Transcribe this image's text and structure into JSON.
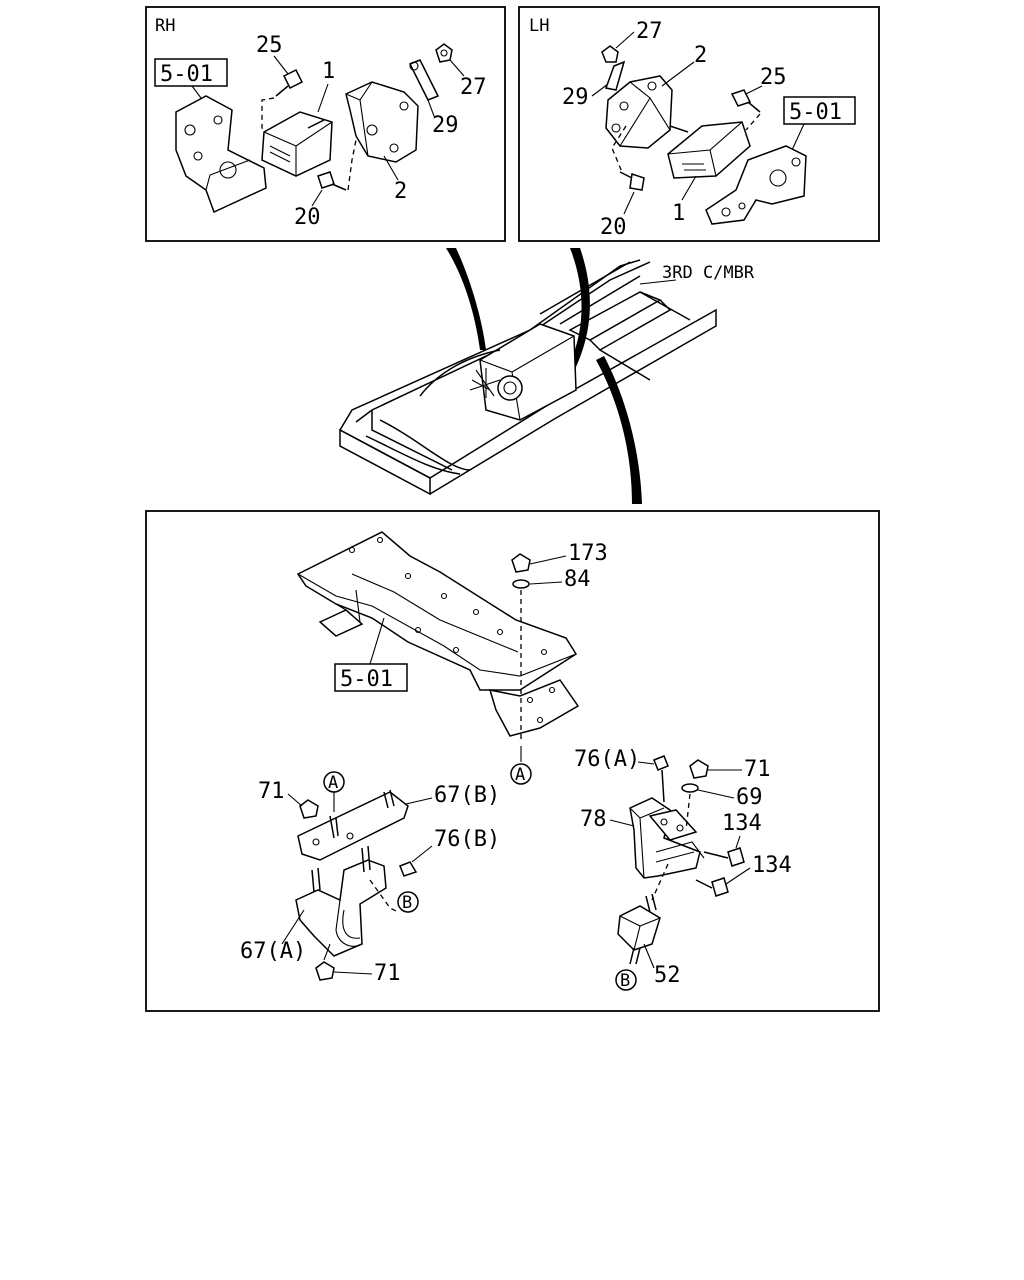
{
  "panels": {
    "rh": {
      "title": "RH",
      "ref": "5-01",
      "callouts": {
        "c25": "25",
        "c1": "1",
        "c27": "27",
        "c29": "29",
        "c20": "20",
        "c2": "2"
      }
    },
    "lh": {
      "title": "LH",
      "ref": "5-01",
      "callouts": {
        "c27": "27",
        "c2": "2",
        "c29": "29",
        "c25": "25",
        "c20": "20",
        "c1": "1"
      }
    },
    "chassis": {
      "label": "3RD C/MBR"
    },
    "bottom": {
      "ref": "5-01",
      "callouts": {
        "c173": "173",
        "c84": "84",
        "c71a": "71",
        "c67b": "67(B)",
        "c76b": "76(B)",
        "c67a": "67(A)",
        "c71b": "71",
        "c76a": "76(A)",
        "c71c": "71",
        "c69": "69",
        "c78": "78",
        "c134a": "134",
        "c134b": "134",
        "c52": "52"
      },
      "markers": {
        "a1": "A",
        "a2": "A",
        "b1": "B",
        "b2": "B"
      }
    }
  }
}
